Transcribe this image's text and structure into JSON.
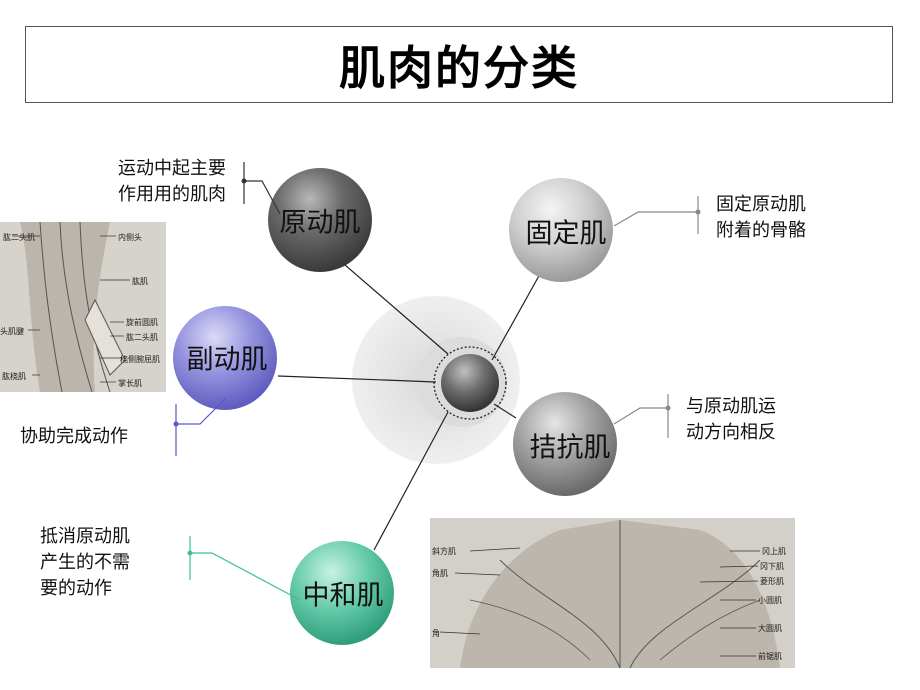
{
  "title": "肌肉的分类",
  "nodes": {
    "prime": "原动肌",
    "fixator": "固定肌",
    "synergist": "副动肌",
    "antagonist": "拮抗肌",
    "neutralizer": "中和肌"
  },
  "descriptions": {
    "prime": [
      "运动中起主要",
      "作用用的肌肉"
    ],
    "fixator": [
      "固定原动肌",
      "附着的骨骼"
    ],
    "synergist": [
      "协助完成动作"
    ],
    "antagonist": [
      "与原动肌运",
      "动方向相反"
    ],
    "neutralizer": [
      "抵消原动肌",
      "产生的不需",
      "要的动作"
    ]
  },
  "arm_photo_labels": [
    "肱二头肌",
    "内侧头",
    "肱肌",
    "旋前圆肌",
    "肱二头肌",
    "头肌腱",
    "桡侧腕屈肌",
    "肱桡肌",
    "掌长肌"
  ],
  "back_photo_labels": [
    "斜方肌",
    "冈上肌",
    "角肌",
    "冈下肌",
    "菱形肌",
    "小圆肌",
    "大圆肌",
    "角",
    "前锯肌"
  ],
  "colors": {
    "prime": "#5a5a5a",
    "fixator": "#c4c4c4",
    "synergist": "#8a88d8",
    "antagonist": "#9a9a9a",
    "neutralizer": "#5cc7a6",
    "center": "#6b6b6b"
  }
}
